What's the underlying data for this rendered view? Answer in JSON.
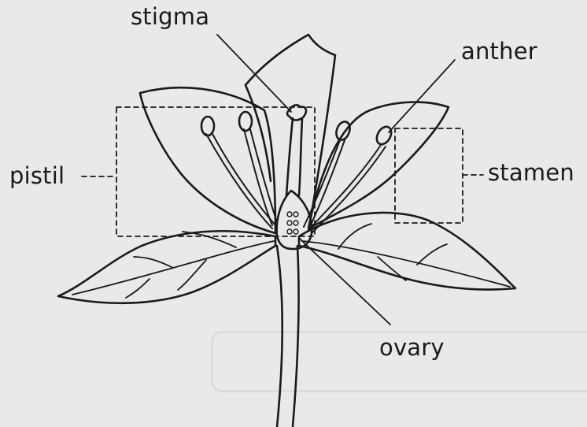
{
  "labels": {
    "stigma": "stigma",
    "anther": "anther",
    "pistil": "pistil",
    "stamen": "stamen",
    "ovary": "ovary"
  },
  "colors": {
    "background": "#e9e9e7",
    "ink": "#1a1a1a"
  }
}
